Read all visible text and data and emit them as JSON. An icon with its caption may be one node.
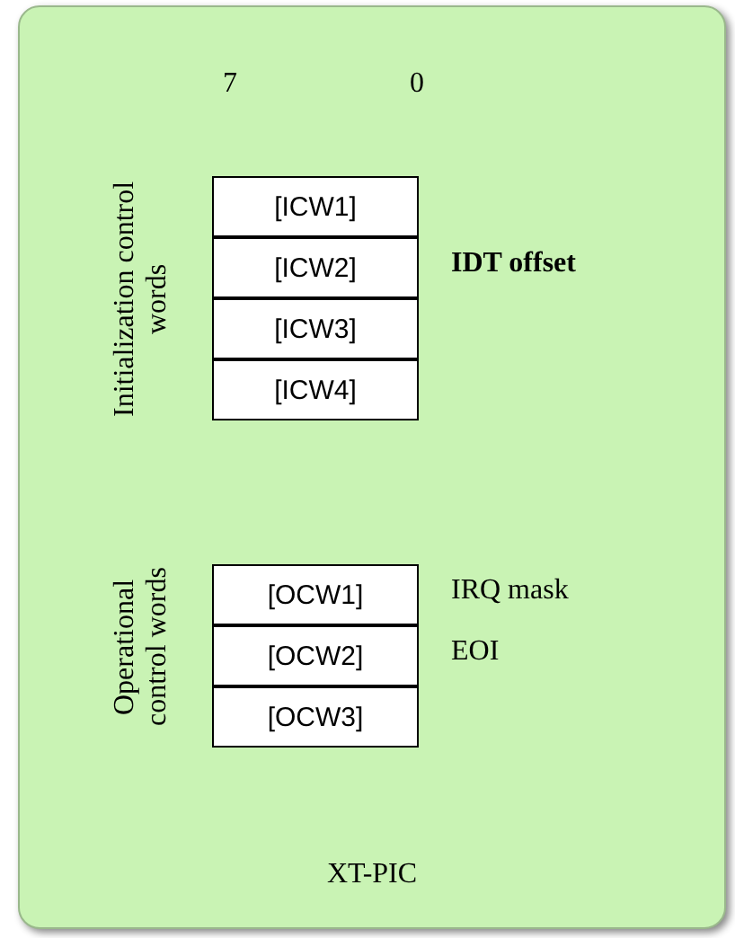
{
  "diagram": {
    "nodes": [
      {
        "text": [
          "XT-PIC"
        ]
      },
      {
        "text": [
          "[ICW1]"
        ],
        "in": 0
      },
      {
        "text": [
          "[ICW2]"
        ],
        "in": 0,
        "beside": [
          "IDT offset"
        ]
      },
      {
        "text": [
          "[ICW3]"
        ],
        "in": 0
      },
      {
        "text": [
          "[ICW4]"
        ],
        "in": 0
      },
      {
        "text": [
          "[OCW1]"
        ],
        "in": 0,
        "beside": [
          "IRQ mask"
        ]
      },
      {
        "text": [
          "[OCW2]"
        ],
        "in": 0,
        "beside": [
          "EOI"
        ]
      },
      {
        "text": [
          "[OCW3]"
        ],
        "in": 0
      }
    ],
    "labels": [
      "7",
      "0",
      "Initialization control words",
      "Operational control words"
    ]
  }
}
